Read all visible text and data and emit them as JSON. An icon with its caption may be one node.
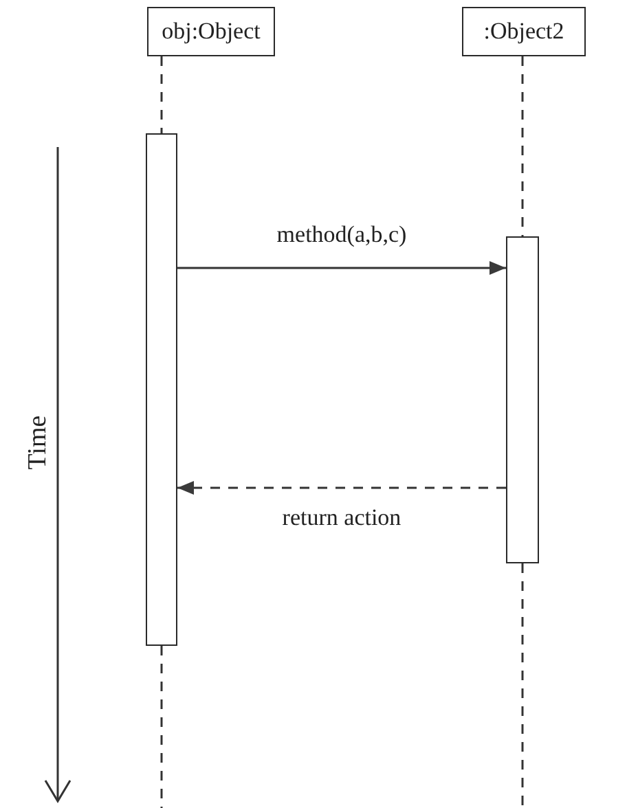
{
  "diagram": {
    "nodes": [
      {
        "text": [
          "obj:Object"
        ]
      },
      {
        "text": [
          ":Object2"
        ]
      },
      {
        "text": [],
        "shape": "bar"
      },
      {
        "text": [],
        "shape": "bar"
      }
    ],
    "edges": [
      {
        "from": 0,
        "to": 2,
        "arrow": "none",
        "style": "dashed"
      },
      {
        "from": 2,
        "to": null,
        "arrow": "none",
        "style": "dashed"
      },
      {
        "from": 1,
        "to": 3,
        "arrow": "none",
        "style": "dashed"
      },
      {
        "from": 3,
        "to": null,
        "arrow": "none",
        "style": "dashed"
      },
      {
        "from": 2,
        "to": 3,
        "arrow": "to",
        "label": "method(a,b,c)"
      },
      {
        "from": 3,
        "to": 2,
        "arrow": "to",
        "label": "return action",
        "style": "dashed"
      }
    ],
    "labels": [
      "Time"
    ]
  }
}
